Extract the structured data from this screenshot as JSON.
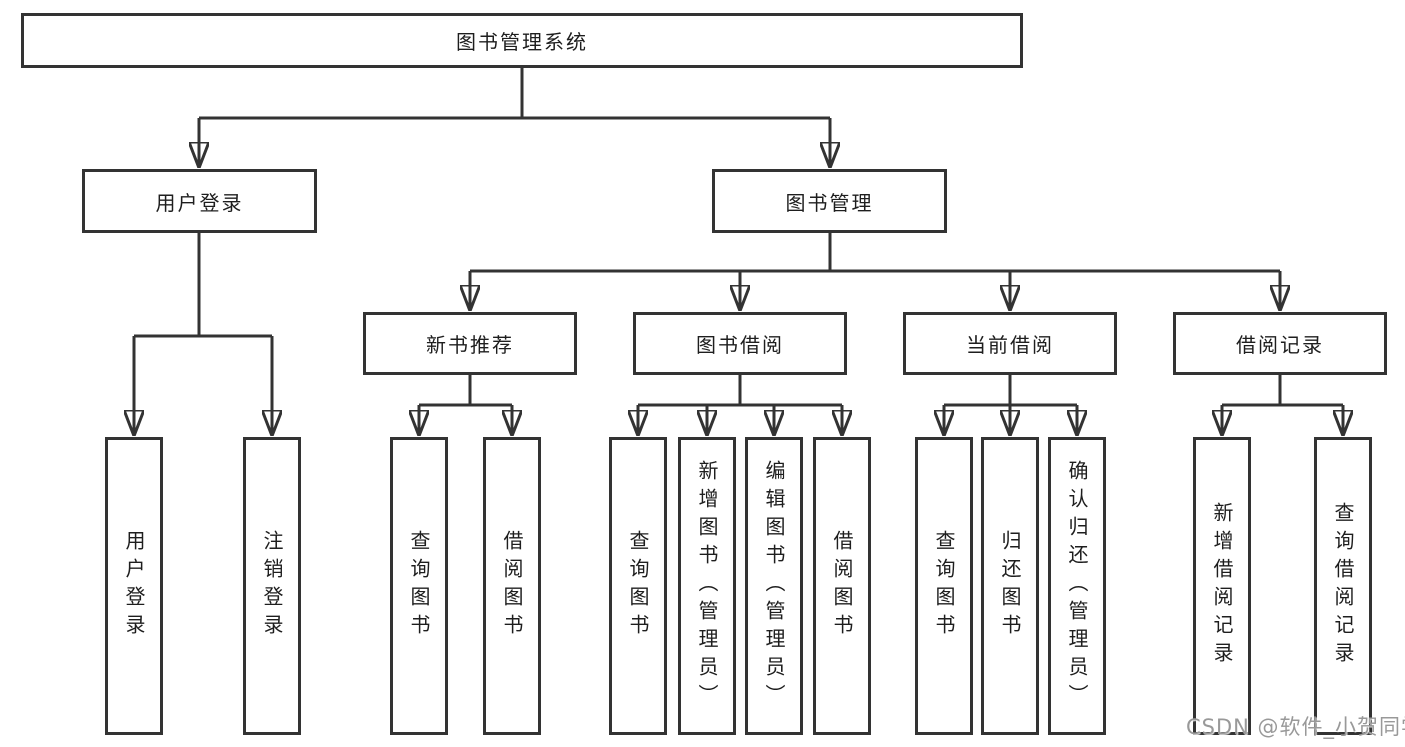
{
  "tree": {
    "root": {
      "label": "图书管理系统",
      "children": [
        {
          "label": "用户登录",
          "children": [
            {
              "label": "用户登录"
            },
            {
              "label": "注销登录"
            }
          ]
        },
        {
          "label": "图书管理",
          "children": [
            {
              "label": "新书推荐",
              "children": [
                {
                  "label": "查询图书"
                },
                {
                  "label": "借阅图书"
                }
              ]
            },
            {
              "label": "图书借阅",
              "children": [
                {
                  "label": "查询图书"
                },
                {
                  "label": "新增图书（管理员）"
                },
                {
                  "label": "编辑图书（管理员）"
                },
                {
                  "label": "借阅图书"
                }
              ]
            },
            {
              "label": "当前借阅",
              "children": [
                {
                  "label": "查询图书"
                },
                {
                  "label": "归还图书"
                },
                {
                  "label": "确认归还（管理员）"
                }
              ]
            },
            {
              "label": "借阅记录",
              "children": [
                {
                  "label": "新增借阅记录"
                },
                {
                  "label": "查询借阅记录"
                }
              ]
            }
          ]
        }
      ]
    }
  },
  "watermark": {
    "text": "CSDN @软件_小贺同学"
  },
  "colors": {
    "line": "#333333",
    "text": "#1e1e1e",
    "watermark": "#999999",
    "background": "#ffffff"
  }
}
